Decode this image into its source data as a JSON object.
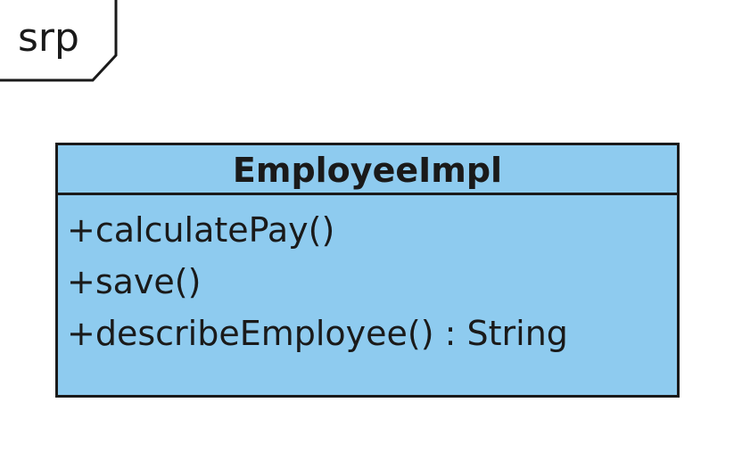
{
  "frame": {
    "label": "srp"
  },
  "class": {
    "name": "EmployeeImpl",
    "operations": [
      "+calculatePay()",
      "+save()",
      "+describeEmployee() : String"
    ],
    "fill_color": "#8ecbef",
    "border_color": "#1a1a1a"
  }
}
